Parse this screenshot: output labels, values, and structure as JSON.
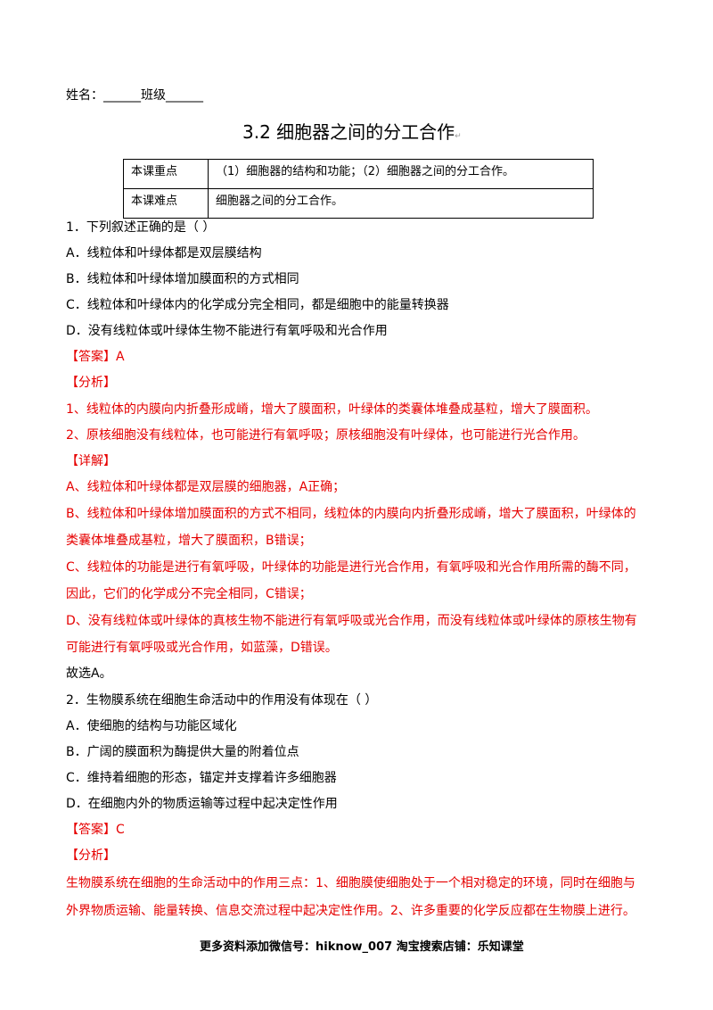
{
  "header": {
    "name_class": "姓名：______班级______"
  },
  "title": "3.2  细胞器之间的分工合作",
  "key_table": [
    {
      "label": "本课重点",
      "content": "（1）细胞器的结构和功能；（2）细胞器之间的分工合作。"
    },
    {
      "label": "本课难点",
      "content": "细胞器之间的分工合作。"
    }
  ],
  "q1": {
    "stem": "1．下列叙述正确的是（    ）",
    "options": [
      "A．线粒体和叶绿体都是双层膜结构",
      "B．线粒体和叶绿体增加膜面积的方式相同",
      "C．线粒体和叶绿体内的化学成分完全相同，都是细胞中的能量转换器",
      "D．没有线粒体或叶绿体生物不能进行有氧呼吸和光合作用"
    ],
    "answer": "【答案】A",
    "analysis_label": "【分析】",
    "analysis": [
      "1、线粒体的内膜向内折叠形成嵴，增大了膜面积，叶绿体的类囊体堆叠成基粒，增大了膜面积。",
      "2、原核细胞没有线粒体，也可能进行有氧呼吸；原核细胞没有叶绿体，也可能进行光合作用。"
    ],
    "detail_label": "【详解】",
    "detail": [
      "A、线粒体和叶绿体都是双层膜的细胞器，A正确；",
      "B、线粒体和叶绿体增加膜面积的方式不相同，线粒体的内膜向内折叠形成嵴，增大了膜面积，叶绿体的",
      "类囊体堆叠成基粒，增大了膜面积，B错误；",
      "C、线粒体的功能是进行有氧呼吸，叶绿体的功能是进行光合作用，有氧呼吸和光合作用所需的酶不同，",
      "因此，它们的化学成分不完全相同，C错误；",
      "D、没有线粒体或叶绿体的真核生物不能进行有氧呼吸或光合作用，而没有线粒体或叶绿体的原核生物有",
      "可能进行有氧呼吸或光合作用，如蓝藻，D错误。"
    ],
    "choice": "故选A。"
  },
  "q2": {
    "stem": "2．生物膜系统在细胞生命活动中的作用没有体现在（        ）",
    "options": [
      "A．使细胞的结构与功能区域化",
      "B．广阔的膜面积为酶提供大量的附着位点",
      "C．维持着细胞的形态，锚定并支撑着许多细胞器",
      "D．在细胞内外的物质运输等过程中起决定性作用"
    ],
    "answer": "【答案】C",
    "analysis_label": "【分析】",
    "analysis": [
      "生物膜系统在细胞的生命活动中的作用三点：1、细胞膜使细胞处于一个相对稳定的环境，同时在细胞与",
      "外界物质运输、能量转换、信息交流过程中起决定性作用。2、许多重要的化学反应都在生物膜上进行。"
    ]
  },
  "footer": "更多资料添加微信号：hiknow_007  淘宝搜索店铺：乐知课堂"
}
